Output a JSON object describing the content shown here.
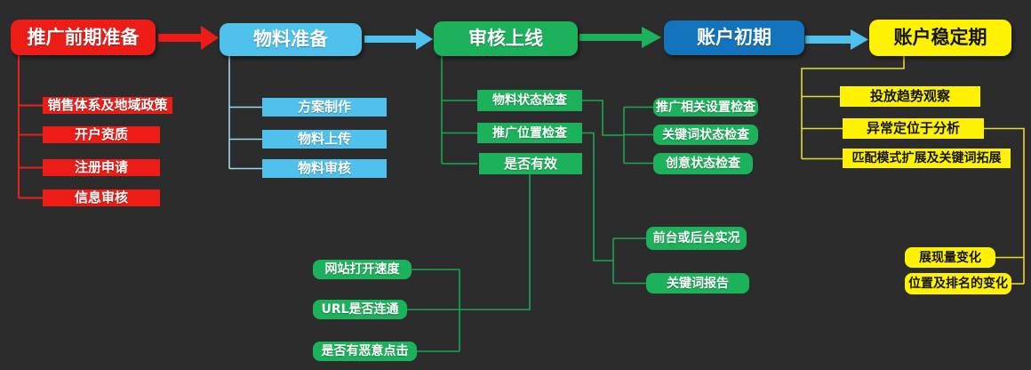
{
  "palette": {
    "background": "#2c2c2c",
    "red": "#ed1c16",
    "light_blue": "#4ec1ec",
    "green": "#1cb25b",
    "dark_blue": "#1374bd",
    "yellow": "#fef200",
    "red_line": "#e8201e",
    "blue_line": "#9fd8ef",
    "green_line": "#18a851",
    "yellow_line": "#e3dc30"
  },
  "stages": [
    "推广前期准备",
    "物料准备",
    "审核上线",
    "账户初期",
    "账户稳定期"
  ],
  "groups": {
    "prep": [
      "销售体系及地域政策",
      "开户资质",
      "注册申请",
      "信息审核"
    ],
    "material": [
      "方案制作",
      "物料上传",
      "物料审核"
    ],
    "review": [
      "物料状态检查",
      "推广位置检查",
      "是否有效"
    ],
    "status_checks": [
      "推广相关设置检查",
      "关键词状态检查",
      "创意状态检查"
    ],
    "position_checks": [
      "前台或后台实况",
      "关键词报告"
    ],
    "validity_checks": [
      "网站打开速度",
      "URL是否连通",
      "是否有恶意点击"
    ],
    "stable": [
      "投放趋势观察",
      "异常定位于分析",
      "匹配模式扩展及关键词拓展"
    ],
    "anomaly": [
      "展现量变化",
      "位置及排名的变化"
    ]
  }
}
